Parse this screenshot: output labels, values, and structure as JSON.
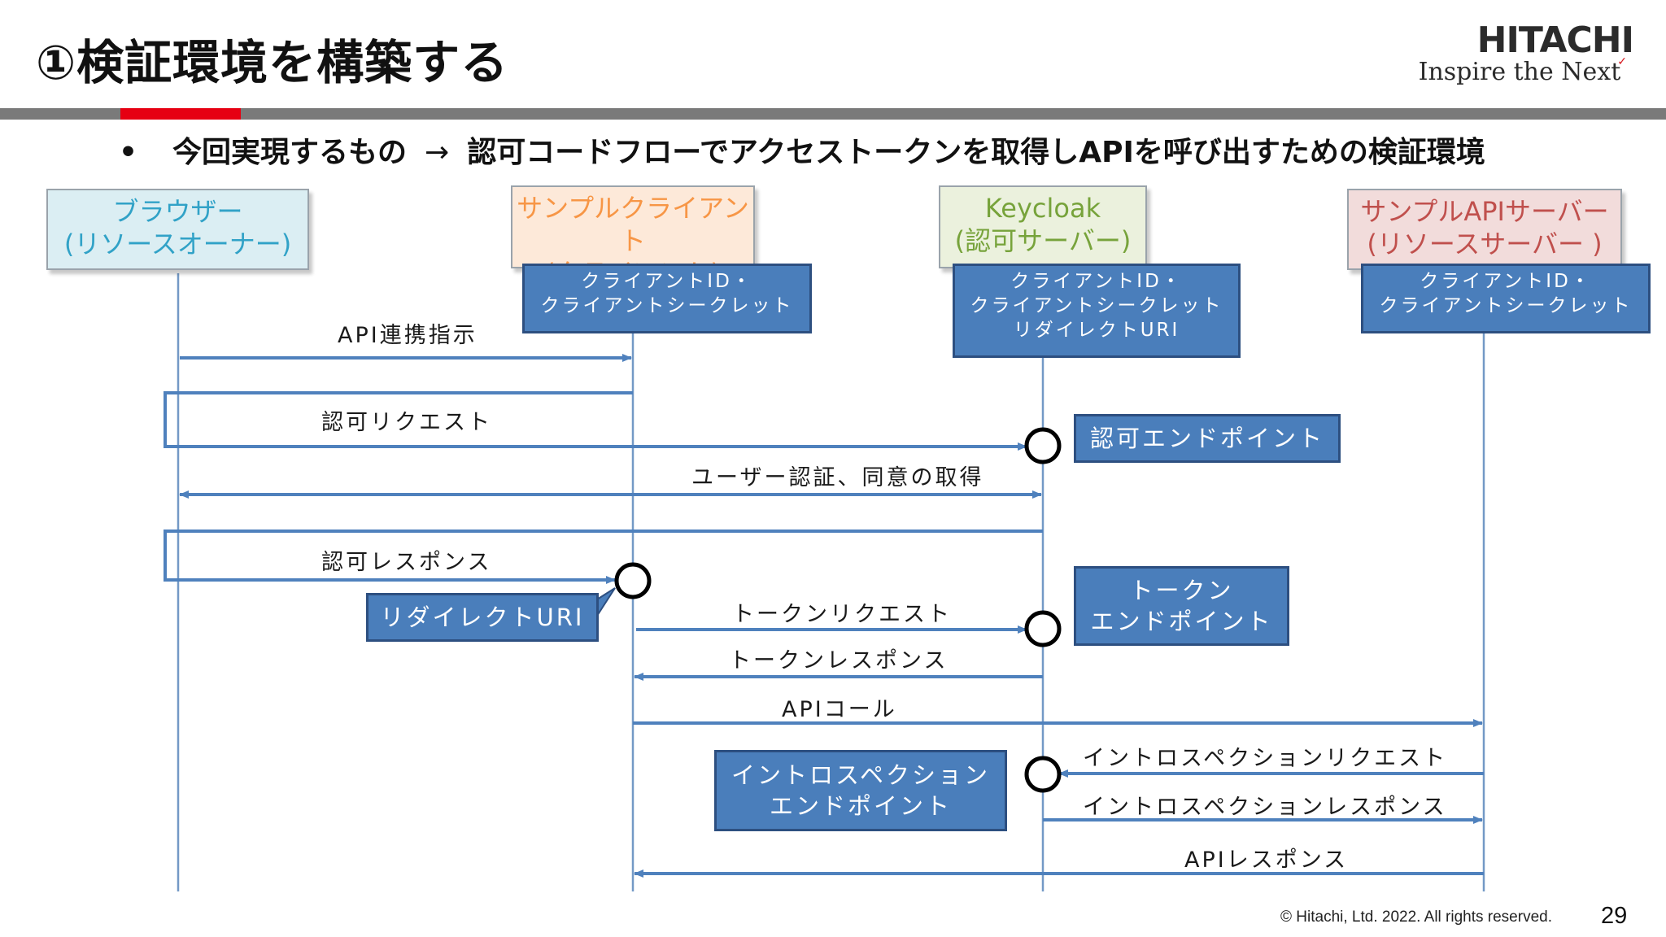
{
  "slide": {
    "title": "①検証環境を構築する",
    "bullet_marker": "•",
    "bullet_lead": "今回実現するもの",
    "bullet_arrow": "→",
    "bullet_rest": "認可コードフローでアクセストークンを取得しAPIを呼び出すための検証環境",
    "footer_copyright": "© Hitachi, Ltd. 2022. All rights reserved.",
    "page_number": "29"
  },
  "logo": {
    "brand": "HITACHI",
    "tagline": "Inspire the Next"
  },
  "colors": {
    "accent_red": "#e60012",
    "rule_gray": "#7a7a7a",
    "callout_blue": "#4a7ebb",
    "callout_border": "#2d4f80",
    "arrow_blue": "#4f81bd",
    "lifeline": "#7399c6"
  },
  "actors": [
    {
      "name": "ブラウザー",
      "role": "(リソースオーナー)",
      "fill": "#dbeef3",
      "text_color": "#31a2c7"
    },
    {
      "name": "サンプルクライアント",
      "role": "(クライアント)",
      "fill": "#fde9d9",
      "text_color": "#f79646"
    },
    {
      "name": "Keycloak",
      "role": "(認可サーバー)",
      "fill": "#ebf1dd",
      "text_color": "#77a33b"
    },
    {
      "name": "サンプルAPIサーバー",
      "role": "(リソースサーバー )",
      "fill": "#f2dcdb",
      "text_color": "#c0504d"
    }
  ],
  "secrets": {
    "client": [
      "クライアントID・",
      "クライアントシークレット"
    ],
    "keycloak": [
      "クライアントID・",
      "クライアントシークレット",
      "リダイレクトURI"
    ],
    "api": [
      "クライアントID・",
      "クライアントシークレット"
    ]
  },
  "messages": {
    "api_link": "API連携指示",
    "auth_request": "認可リクエスト",
    "user_auth": "ユーザー認証、同意の取得",
    "auth_response": "認可レスポンス",
    "token_request": "トークンリクエスト",
    "token_response": "トークンレスポンス",
    "api_call": "APIコール",
    "introspection_request": "イントロスペクションリクエスト",
    "introspection_response": "イントロスペクションレスポンス",
    "api_response": "APIレスポンス"
  },
  "callouts": {
    "auth_endpoint": [
      "認可エンドポイント"
    ],
    "redirect_uri": [
      "リダイレクトURI"
    ],
    "token_endpoint": [
      "トークン",
      "エンドポイント"
    ],
    "introspection_endpoint": [
      "イントロスペクション",
      "エンドポイント"
    ]
  }
}
